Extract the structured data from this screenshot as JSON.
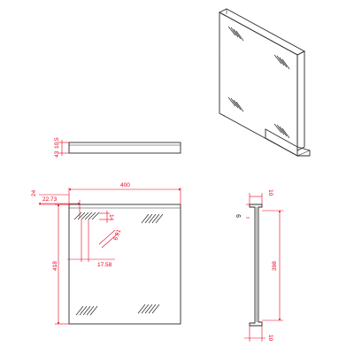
{
  "drawing": {
    "colors": {
      "dimension": "#e8001c",
      "outline": "#2a2a2a",
      "background": "#ffffff"
    },
    "side_view": {
      "height_label": "43",
      "height_label_2": "10.5"
    },
    "front_view": {
      "width": "400",
      "top_offset": "24",
      "slot_offset_x": "22.73",
      "height": "418",
      "slot_gap": "14",
      "slot_width": "6.91",
      "slot_spacing": "17.58"
    },
    "profile_view": {
      "top_flange": "10",
      "lip": "9",
      "length": "398",
      "bottom_flange": "10"
    }
  }
}
